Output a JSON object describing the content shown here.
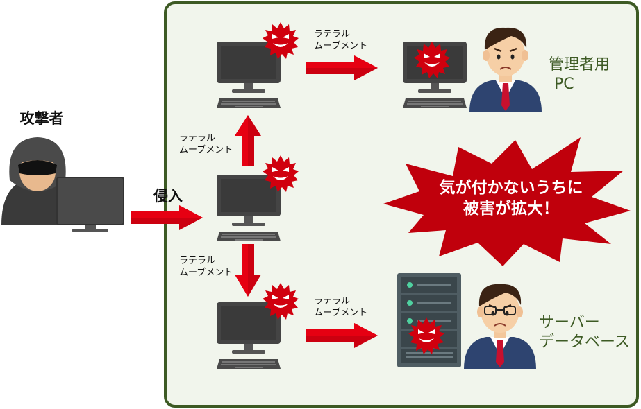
{
  "labels": {
    "attacker": "攻撃者",
    "intrusion": "侵入",
    "lateral_1": "ラテラル",
    "lateral_2": "ムーブメント",
    "admin_pc_1": "管理者用",
    "admin_pc_2": "PC",
    "server_1": "サーバー",
    "server_2": "データベース",
    "burst_1": "気が付かないうちに",
    "burst_2": "被害が拡大！"
  },
  "colors": {
    "network_border": "#3d5a24",
    "network_fill": "#f1f5ec",
    "arrow": "#e60012",
    "arrow_dark": "#8b0000",
    "burst": "#c0000c",
    "green_text": "#3d5a24",
    "monitor": "#444444",
    "virus": "#d0000e"
  },
  "icons": [
    "hooded-attacker-icon",
    "monitor-icon",
    "virus-icon",
    "server-rack-icon",
    "worried-person-icon"
  ]
}
